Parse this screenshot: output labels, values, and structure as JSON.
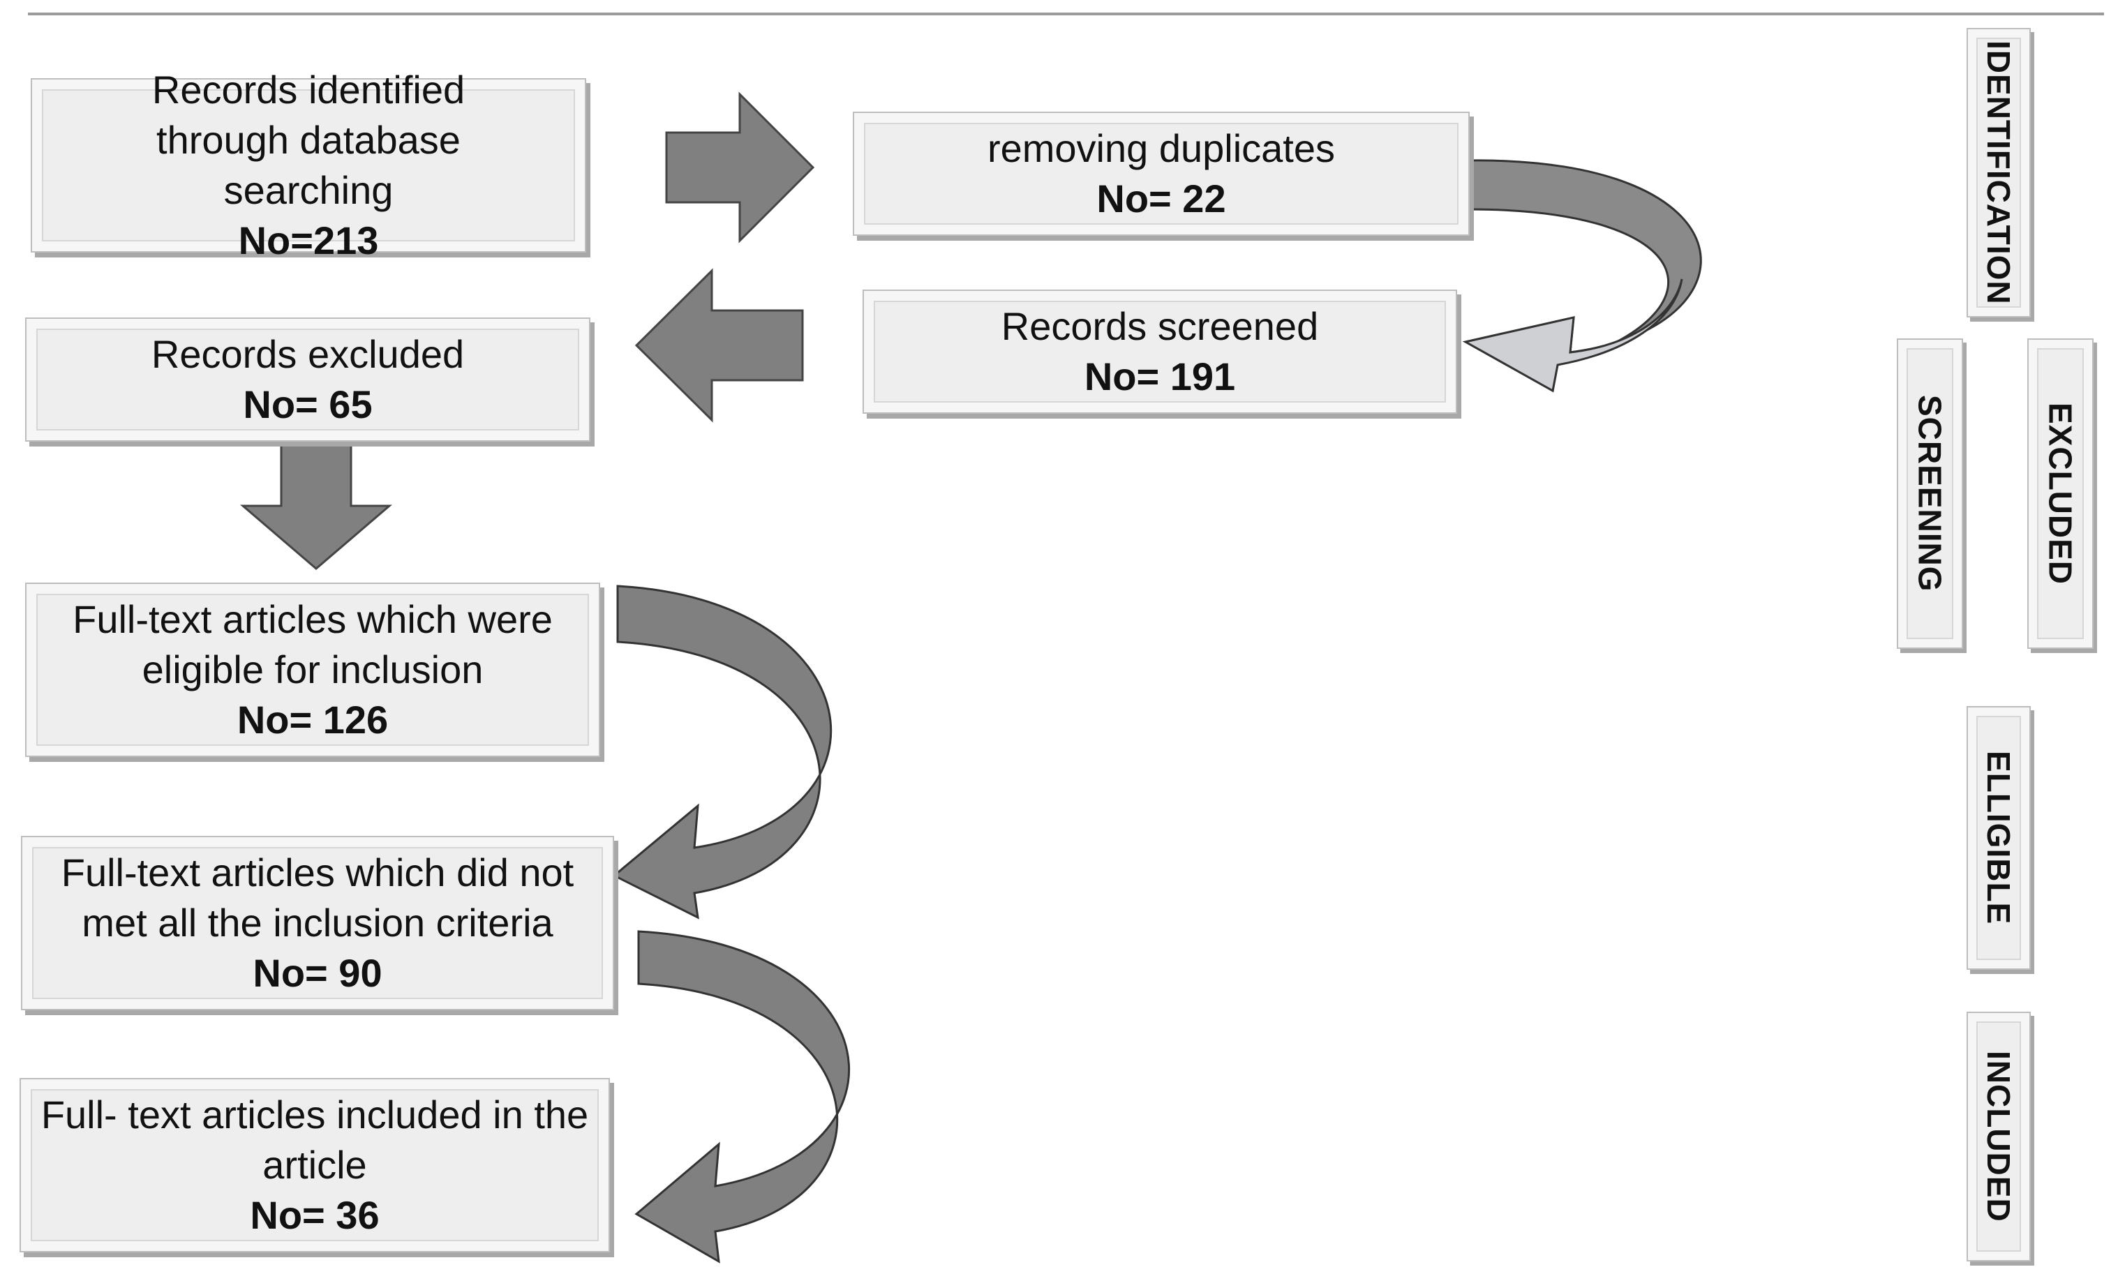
{
  "flow": {
    "identified": {
      "label": "Records identified through database searching",
      "count": "No=213"
    },
    "duplicates": {
      "label": "removing duplicates",
      "count": "No= 22"
    },
    "screened": {
      "label": "Records screened",
      "count": "No= 191"
    },
    "excluded": {
      "label": "Records excluded",
      "count": "No= 65"
    },
    "eligible": {
      "label": "Full-text articles which were eligible for inclusion",
      "count": "No= 126"
    },
    "not_met": {
      "label": "Full-text articles which did not met all the inclusion criteria",
      "count": "No= 90"
    },
    "included": {
      "label": "Full- text articles included in the article",
      "count": "No= 36"
    }
  },
  "stages": {
    "identification": "IDENTIFICATION",
    "screening": "SCREENING",
    "excluded": "EXCLUDED",
    "eligible": "ELLIGIBLE",
    "included": "INCLUDED"
  },
  "colors": {
    "arrow_fill": "#7f7f7f",
    "arrow_light": "#cfd0d4",
    "box_fill": "#eeeeee",
    "box_shadow": "#a8a8a8"
  }
}
